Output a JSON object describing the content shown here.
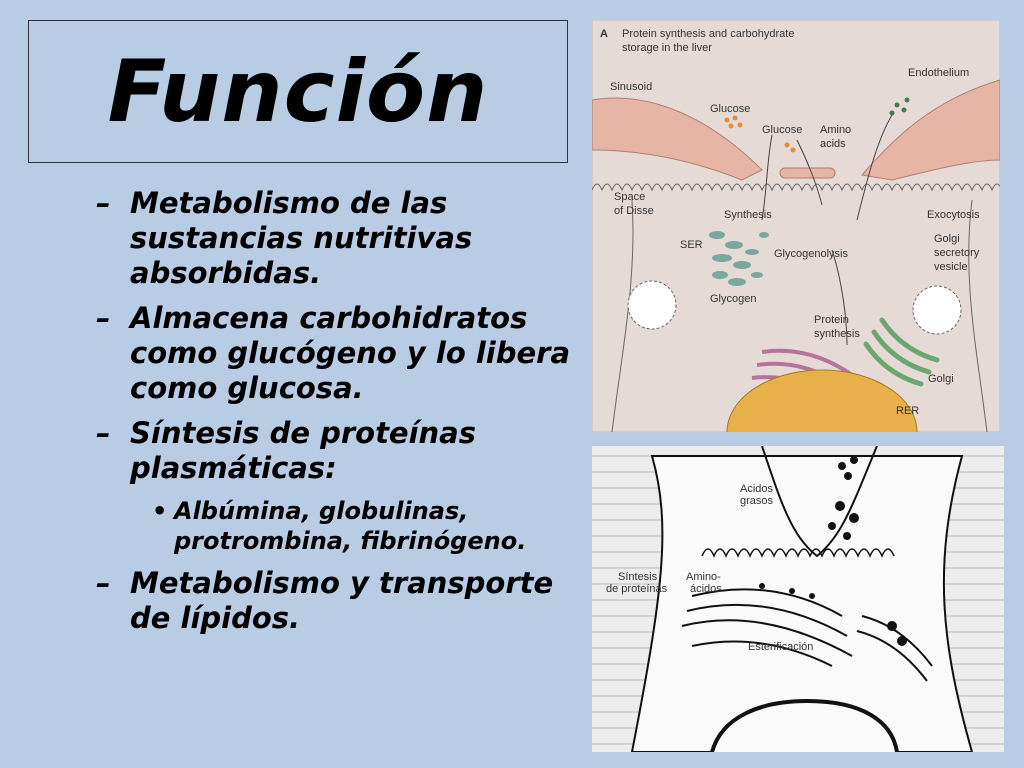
{
  "title": "Función",
  "bullets": [
    "Metabolismo de las sustancias nutritivas absorbidas.",
    "Almacena carbohidratos como glucógeno y lo libera como glucosa.",
    "Síntesis de proteínas plasmáticas:",
    "Metabolismo y transporte de lípidos."
  ],
  "sub_bullet": "Albúmina, globulinas, protrombina, fibrinógeno.",
  "figure_a": {
    "letter": "A",
    "heading_line1": "Protein synthesis and carbohydrate",
    "heading_line2": "storage in the liver",
    "sinusoid": "Sinusoid",
    "endothelium": "Endothelium",
    "glucose_1": "Glucose",
    "glucose_2": "Glucose",
    "amino_1": "Amino",
    "amino_2": "acids",
    "space_1": "Space",
    "space_2": "of Disse",
    "synthesis": "Synthesis",
    "exocytosis": "Exocytosis",
    "ser": "SER",
    "glycogenolysis": "Glycogenolysis",
    "golgi_sv_1": "Golgi",
    "golgi_sv_2": "secretory",
    "golgi_sv_3": "vesicle",
    "glycogen": "Glycogen",
    "protein_1": "Protein",
    "protein_2": "synthesis",
    "golgi": "Golgi",
    "rer": "RER"
  },
  "figure_b": {
    "acidos_1": "Acidos",
    "acidos_2": "grasos",
    "sintesis_1": "Síntesis",
    "sintesis_2": "de proteínas",
    "amino_1": "Amino-",
    "amino_2": "ácidos",
    "esterificacion": "Esterificación"
  },
  "colors": {
    "background": "#b8cce4",
    "figure_a_bg": "#e6dad6",
    "endothelium": "#e6b5a6",
    "nucleus": "#e8b04a",
    "rer": "#b7749a",
    "golgi": "#6fa66f",
    "glycogen": "#7aa79e",
    "glucose": "#e8893a"
  }
}
